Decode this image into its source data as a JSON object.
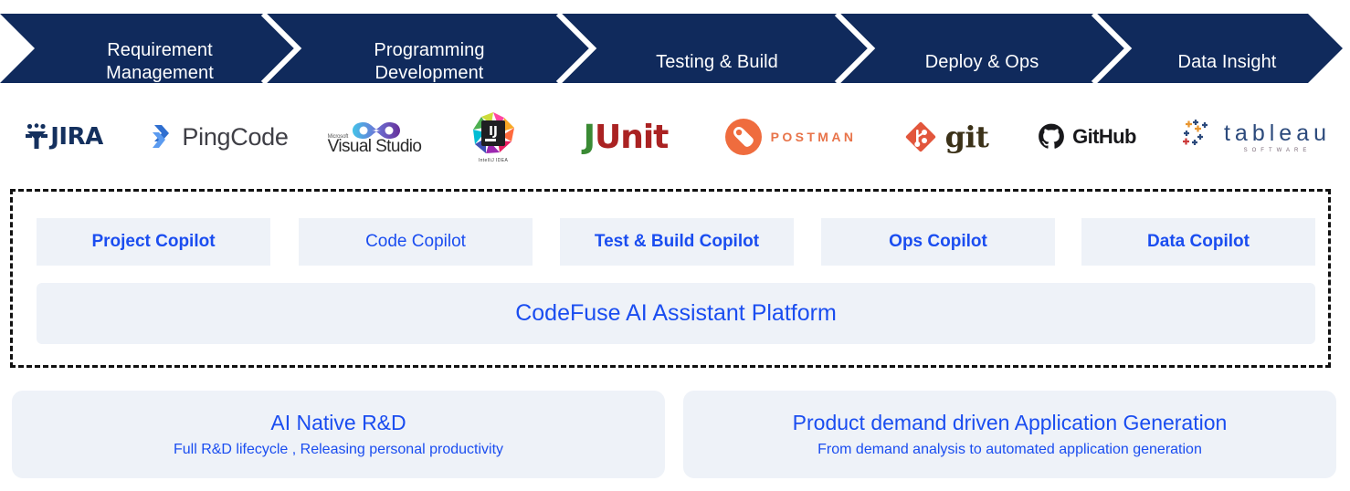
{
  "colors": {
    "banner_navy": "#102a5c",
    "accent_blue": "#1a4df0",
    "panel_bg": "#eef2f8",
    "page_bg": "#ffffff",
    "dashed_border": "#111111"
  },
  "stages": [
    {
      "id": "requirement-management",
      "line1": "Requirement",
      "line2": "Management"
    },
    {
      "id": "programming-development",
      "line1": "Programming",
      "line2": "Development"
    },
    {
      "id": "testing-build",
      "line1": "Testing & Build",
      "line2": ""
    },
    {
      "id": "deploy-ops",
      "line1": "Deploy & Ops",
      "line2": ""
    },
    {
      "id": "data-insight",
      "line1": "Data Insight",
      "line2": ""
    }
  ],
  "tools": [
    {
      "id": "jira",
      "name": "JIRA",
      "icon": "jira-logo-icon"
    },
    {
      "id": "pingcode",
      "name": "PingCode",
      "icon": "pingcode-logo-icon"
    },
    {
      "id": "visual-studio",
      "name": "Visual Studio",
      "brand": "Microsoft",
      "icon": "visual-studio-infinity-icon"
    },
    {
      "id": "intellij-idea",
      "name": "IntelliJ IDEA",
      "mark": "IJ",
      "icon": "intellij-idea-logo-icon"
    },
    {
      "id": "junit",
      "name": "JUnit",
      "part1": "J",
      "part2": "Unit",
      "icon": "junit-wordmark-icon"
    },
    {
      "id": "postman",
      "name": "POSTMAN",
      "icon": "postman-logo-icon"
    },
    {
      "id": "git",
      "name": "git",
      "icon": "git-logo-icon"
    },
    {
      "id": "github",
      "name": "GitHub",
      "icon": "github-octocat-icon"
    },
    {
      "id": "tableau",
      "name": "tableau",
      "sub": "SOFTWARE",
      "icon": "tableau-logo-icon"
    }
  ],
  "platform": {
    "copilots": [
      {
        "id": "project-copilot",
        "label": "Project Copilot",
        "bold": true
      },
      {
        "id": "code-copilot",
        "label": "Code Copilot",
        "bold": false
      },
      {
        "id": "test-build-copilot",
        "label": "Test & Build Copilot",
        "bold": true
      },
      {
        "id": "ops-copilot",
        "label": "Ops Copilot",
        "bold": true
      },
      {
        "id": "data-copilot",
        "label": "Data Copilot",
        "bold": true
      }
    ],
    "platform_bar_label": "CodeFuse AI Assistant Platform"
  },
  "outcomes": [
    {
      "id": "ai-native-rd",
      "title": "AI Native R&D",
      "subtitle": "Full R&D lifecycle , Releasing personal productivity"
    },
    {
      "id": "product-demand-driven",
      "title": "Product demand driven Application Generation",
      "subtitle": "From demand analysis to automated application generation"
    }
  ]
}
